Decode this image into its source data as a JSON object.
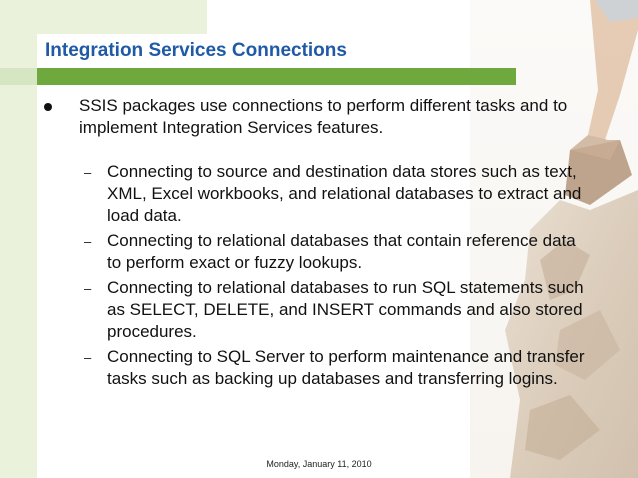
{
  "slide": {
    "title": "Integration Services Connections",
    "bullet": "SSIS packages use connections to perform different tasks and to implement Integration Services features.",
    "subitems": [
      "Connecting to source and destination data stores such as text, XML, Excel workbooks, and relational databases to extract and load data.",
      "Connecting to relational databases that contain reference data to perform exact or fuzzy lookups.",
      "Connecting to relational databases to run SQL statements such as SELECT, DELETE, and INSERT commands and also stored procedures.",
      "Connecting to SQL Server to perform maintenance and transfer tasks such as backing up databases and transferring logins."
    ],
    "dash": "–",
    "footer": "Monday, January 11, 2010"
  },
  "colors": {
    "title": "#1f5aa6",
    "accent_bar": "#6fa83d",
    "background_tint": "#eaf2dc"
  },
  "icons": {
    "bullet": "round-bullet-icon",
    "photo": "climber-photo"
  }
}
